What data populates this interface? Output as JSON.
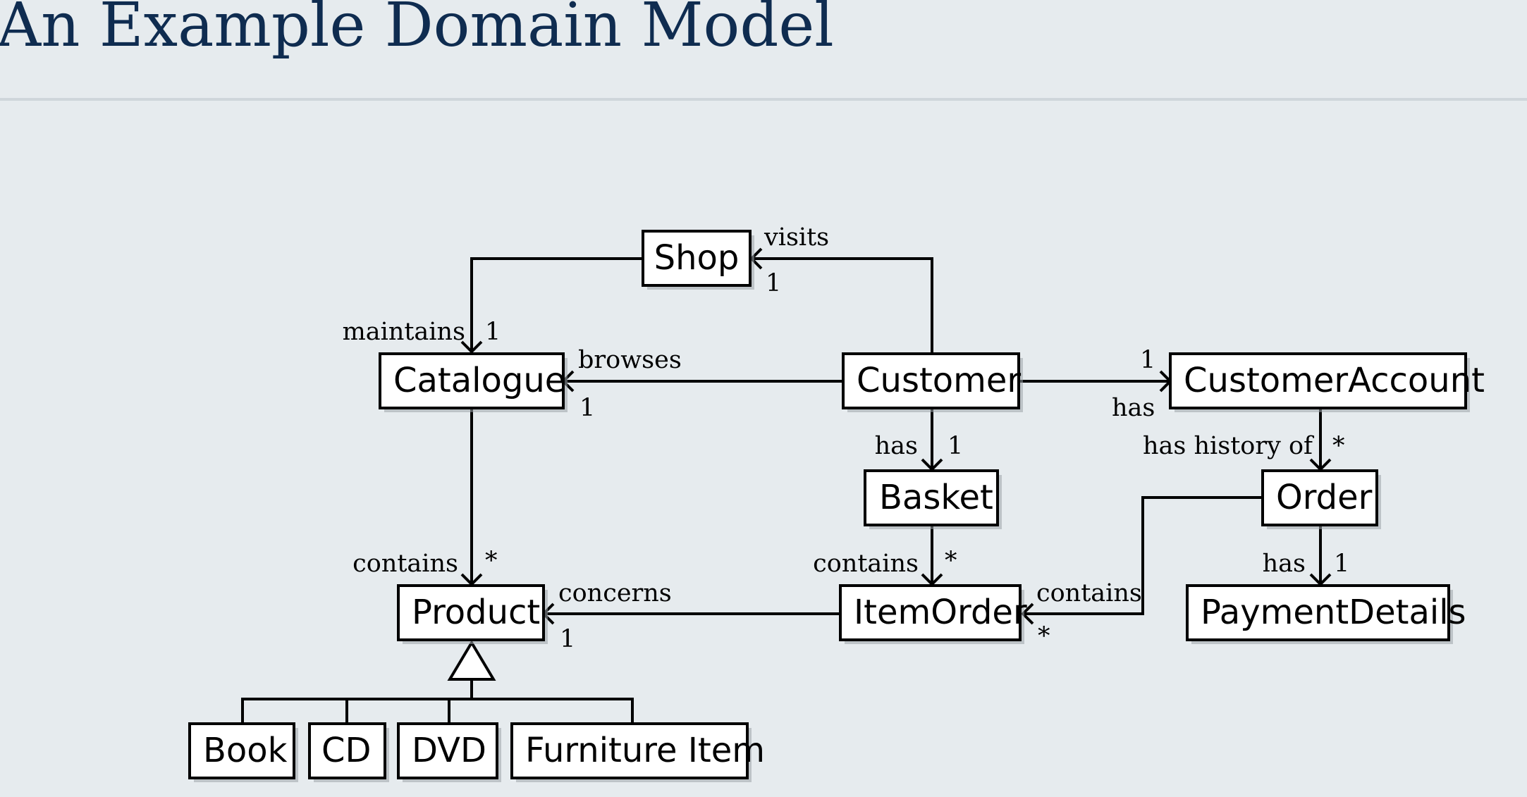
{
  "title": "An Example Domain Model",
  "classes": {
    "shop": "Shop",
    "catalogue": "Catalogue",
    "customer": "Customer",
    "customer_account": "CustomerAccount",
    "basket": "Basket",
    "order": "Order",
    "product": "Product",
    "item_order": "ItemOrder",
    "payment_details": "PaymentDetails",
    "book": "Book",
    "cd": "CD",
    "dvd": "DVD",
    "furniture_item": "Furniture Item"
  },
  "associations": {
    "customer_shop": {
      "label": "visits",
      "multiplicity": "1"
    },
    "shop_catalogue": {
      "label": "maintains",
      "multiplicity": "1"
    },
    "customer_catalogue": {
      "label": "browses",
      "multiplicity": "1"
    },
    "customer_account": {
      "label": "has",
      "multiplicity": "1"
    },
    "customer_basket": {
      "label": "has",
      "multiplicity": "1"
    },
    "account_order": {
      "label": "has history of",
      "multiplicity": "*"
    },
    "catalogue_product": {
      "label": "contains",
      "multiplicity": "*"
    },
    "basket_itemorder": {
      "label": "contains",
      "multiplicity": "*"
    },
    "order_itemorder": {
      "label": "contains",
      "multiplicity": "*"
    },
    "itemorder_product": {
      "label": "concerns",
      "multiplicity": "1"
    },
    "order_payment": {
      "label": "has",
      "multiplicity": "1"
    }
  }
}
